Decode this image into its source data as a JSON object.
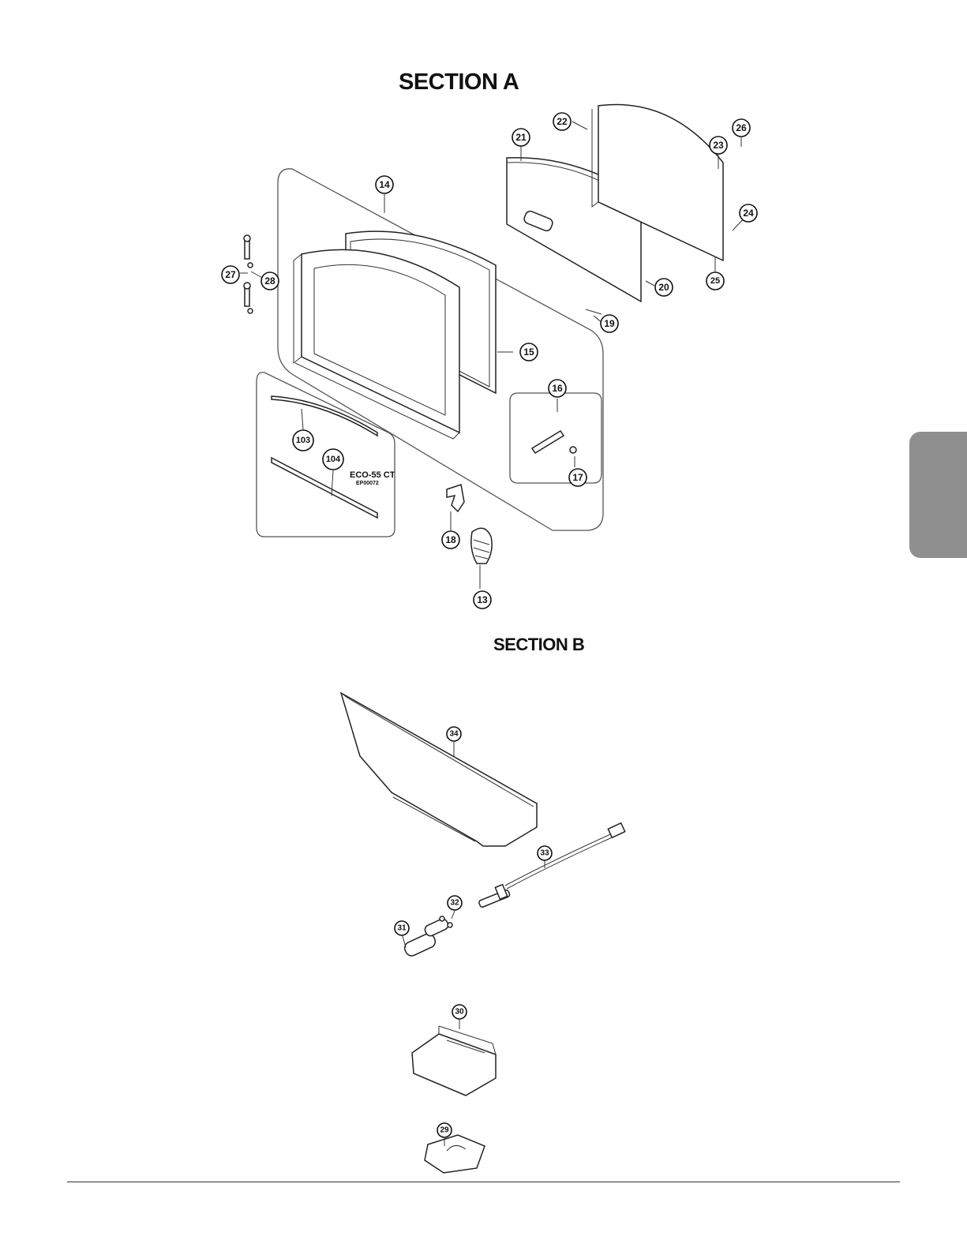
{
  "section_a_title": "SECTION A",
  "section_b_title": "SECTION B",
  "model_label": "ECO-55 CT",
  "model_sublabel": "EP00072",
  "callouts_a": [
    "14",
    "15",
    "16",
    "17",
    "18",
    "13",
    "19",
    "20",
    "21",
    "22",
    "23",
    "24",
    "25",
    "26",
    "27",
    "28",
    "103",
    "104"
  ],
  "callouts_b": [
    "34",
    "33",
    "32",
    "31",
    "30",
    "29"
  ],
  "colors": {
    "side_tab": "#8f8f8f",
    "line": "#222222"
  }
}
